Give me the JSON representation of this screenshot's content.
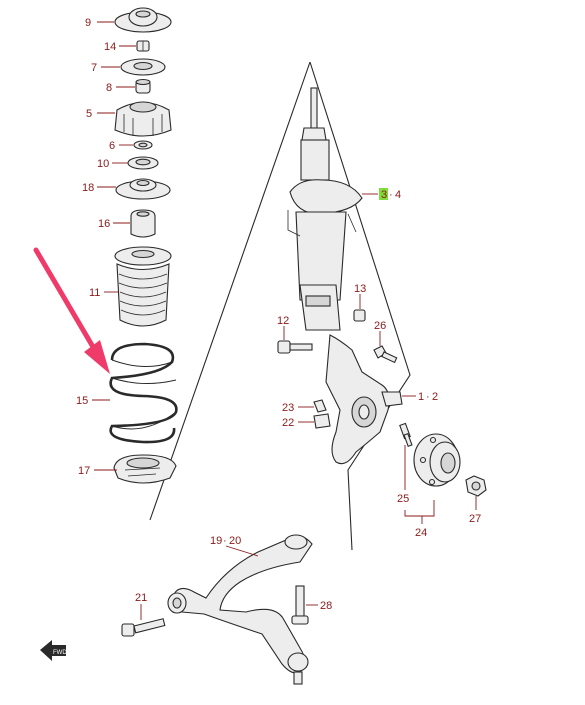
{
  "callouts": {
    "c9": "9",
    "c14": "14",
    "c7": "7",
    "c8": "8",
    "c5": "5",
    "c6": "6",
    "c10": "10",
    "c18": "18",
    "c16": "16",
    "c11": "11",
    "c15": "15",
    "c17": "17",
    "c3": "3",
    "c4": "4",
    "c13": "13",
    "c12": "12",
    "c26": "26",
    "c1": "1",
    "c2": "2",
    "c23": "23",
    "c22": "22",
    "c25": "25",
    "c24": "24",
    "c27": "27",
    "c19": "19",
    "c20": "20",
    "c21": "21",
    "c28": "28"
  },
  "separator": "·",
  "front_badge": "FWD",
  "colors": {
    "callout": "#8b1a1a",
    "highlight": "#7dde3a",
    "arrow": "#ef3b69",
    "line": "#2a2a2a"
  }
}
